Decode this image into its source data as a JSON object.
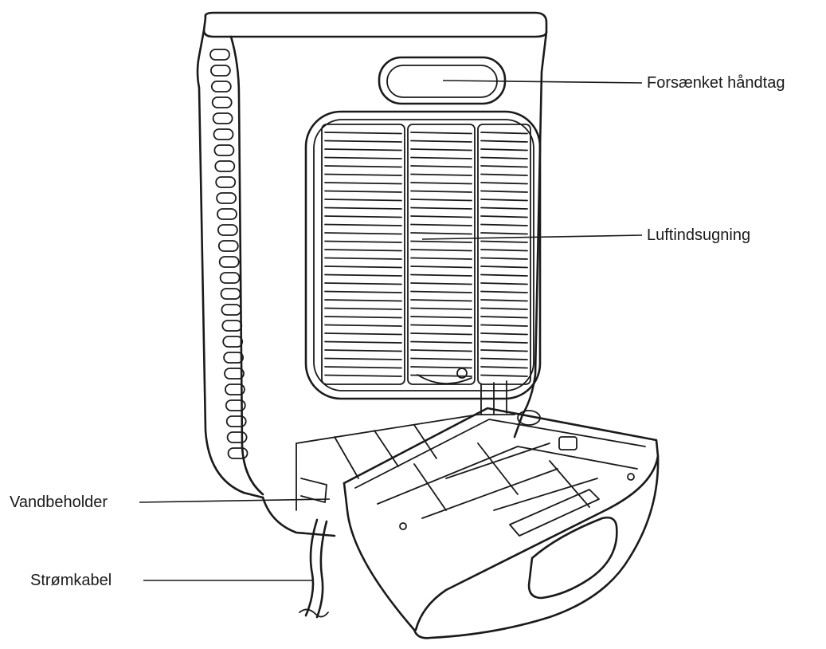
{
  "labels": {
    "handle": "Forsænket håndtag",
    "air_intake": "Luftindsugning",
    "water_tank": "Vandbeholder",
    "power_cable": "Strømkabel"
  },
  "colors": {
    "ink": "#1a1a1a",
    "background": "#ffffff"
  }
}
